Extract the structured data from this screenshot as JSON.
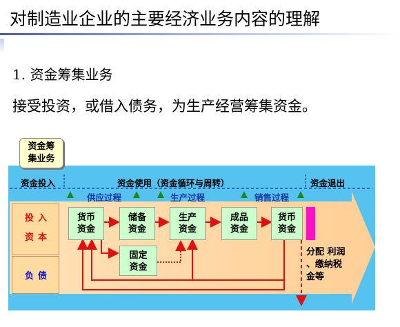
{
  "slide": {
    "title": "对制造业企业的主要经济业务内容的理解",
    "section": "1. 资金筹集业务",
    "description": "接受投资，或借入债务，为生产经营筹集资金。"
  },
  "diagram": {
    "fund_raising_tag": [
      "资金筹",
      "集业务"
    ],
    "headers": {
      "fund_in": "资金投入",
      "fund_use": "资金使用（资金循环与周转）",
      "fund_exit": "资金退出"
    },
    "processes": {
      "supply": "供应过程",
      "production": "生产过程",
      "sales": "销售过程"
    },
    "sources": {
      "capital": [
        "投入",
        "资本"
      ],
      "liabilities": "负债"
    },
    "nodes": {
      "money_1": [
        "货币",
        "资金"
      ],
      "reserve": [
        "储备",
        "资金"
      ],
      "production": [
        "生产",
        "资金"
      ],
      "finished": [
        "成品",
        "资金"
      ],
      "money_2": [
        "货币",
        "资金"
      ],
      "fixed": [
        "固定",
        "资金"
      ]
    },
    "distribution": [
      "分配 利润",
      "、缴纳税",
      "金等"
    ],
    "colors": {
      "background": "#56c2f0",
      "flow_band": "#ffd9a8",
      "node_fill": "#ccffcc",
      "arrow": "#e01010",
      "tag_fill": "#ffffcc",
      "marker": "#1a8a1a",
      "exit_bar": "#ff10c8"
    }
  }
}
